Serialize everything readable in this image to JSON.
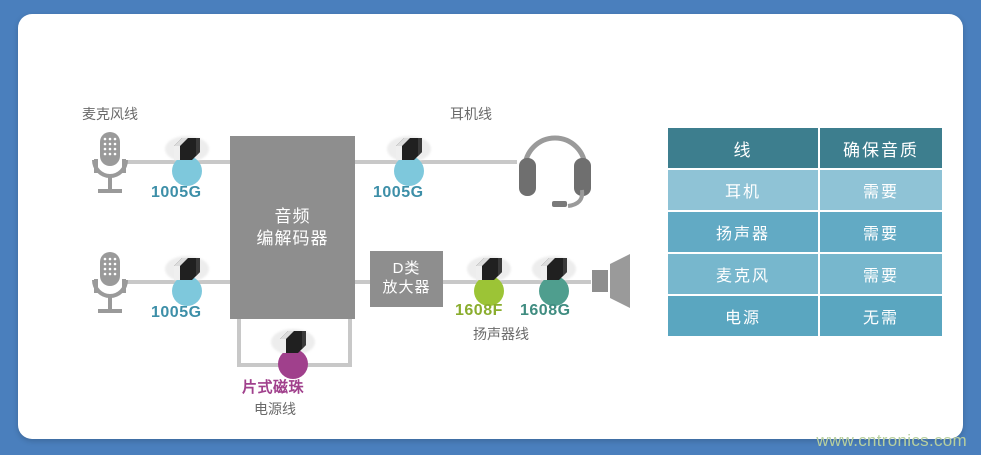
{
  "meta": {
    "background_color": "#4a7fbd",
    "card_color": "#ffffff",
    "watermark": "www.cntronics.com"
  },
  "diagram": {
    "blocks": [
      {
        "id": "codec",
        "line1": "音频",
        "line2": "编解码器",
        "color": "#8e8e8e"
      },
      {
        "id": "amp",
        "line1": "D类",
        "line2": "放大器",
        "color": "#8e8e8e"
      }
    ],
    "line_labels": [
      {
        "id": "mic-line",
        "text": "麦克风线"
      },
      {
        "id": "headphone-line",
        "text": "耳机线"
      },
      {
        "id": "speaker-line",
        "text": "扬声器线"
      },
      {
        "id": "power-line",
        "text": "电源线"
      }
    ],
    "components": [
      {
        "id": "mic-top",
        "part": "1005G",
        "color": "#7ec8dc",
        "label_color": "#3d8fa8"
      },
      {
        "id": "headphone",
        "part": "1005G",
        "color": "#7ec8dc",
        "label_color": "#3d8fa8"
      },
      {
        "id": "mic-bottom",
        "part": "1005G",
        "color": "#7ec8dc",
        "label_color": "#3d8fa8"
      },
      {
        "id": "speaker-f",
        "part": "1608F",
        "color": "#9cc436",
        "label_color": "#8aad2e"
      },
      {
        "id": "speaker-g",
        "part": "1608G",
        "color": "#4f9e8e",
        "label_color": "#3f8c80"
      },
      {
        "id": "power-bead",
        "part": "片式磁珠",
        "color": "#a0408c",
        "label_color": "#a0408c"
      }
    ],
    "icons": [
      {
        "id": "microphone-top",
        "name": "microphone-icon"
      },
      {
        "id": "microphone-bottom",
        "name": "microphone-icon"
      },
      {
        "id": "headset",
        "name": "headset-icon"
      },
      {
        "id": "loudspeaker",
        "name": "speaker-icon"
      }
    ]
  },
  "table": {
    "header": [
      "线",
      "确保音质"
    ],
    "rows": [
      [
        "耳机",
        "需要"
      ],
      [
        "扬声器",
        "需要"
      ],
      [
        "麦克风",
        "需要"
      ],
      [
        "电源",
        "无需"
      ]
    ],
    "colors": {
      "header": "#3d7e8e",
      "row1": "#8fc3d6",
      "row2": "#62aac4",
      "row3": "#77b7cd",
      "row4": "#5aa6c0"
    }
  }
}
